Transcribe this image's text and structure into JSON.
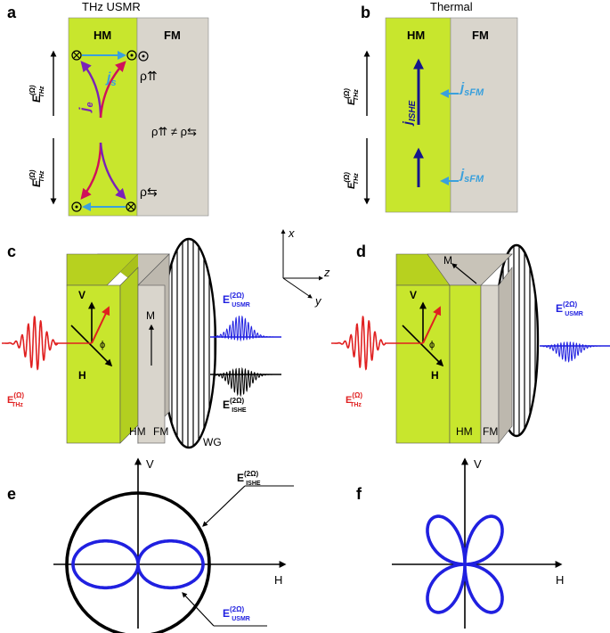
{
  "panels": {
    "a": {
      "letter": "a",
      "title": "THz USMR",
      "hm": "HM",
      "fm": "FM",
      "js": "j",
      "js_sub": "s",
      "je": "j",
      "je_sub": "e",
      "rho_up": "ρ⇈",
      "rho_down": "ρ⇆",
      "rho_ineq": "ρ⇈ ≠ ρ⇆",
      "field": "E",
      "field_sup": "(Ω)",
      "field_sub": "THz"
    },
    "b": {
      "letter": "b",
      "title": "Thermal",
      "hm": "HM",
      "fm": "FM",
      "j_ishe": "j",
      "j_ishe_sub": "ISHE",
      "j_sfm": "j",
      "j_sfm_sub": "sFM",
      "field": "E",
      "field_sup": "(Ω)",
      "field_sub": "THz"
    },
    "c": {
      "letter": "c",
      "v": "V",
      "h": "H",
      "phi": "ϕ",
      "m": "M",
      "hm": "HM",
      "fm": "FM",
      "wg": "WG",
      "e_usmr": "E",
      "e_usmr_sup": "(2Ω)",
      "e_usmr_sub": "USMR",
      "e_ishe": "E",
      "e_ishe_sup": "(2Ω)",
      "e_ishe_sub": "ISHE",
      "e_thz": "E",
      "e_thz_sup": "(Ω)",
      "e_thz_sub": "THz"
    },
    "axes": {
      "x": "x",
      "y": "y",
      "z": "z"
    },
    "d": {
      "letter": "d",
      "v": "V",
      "h": "H",
      "phi": "ϕ",
      "m": "M",
      "hm": "HM",
      "fm": "FM",
      "e_usmr": "E",
      "e_usmr_sup": "(2Ω)",
      "e_usmr_sub": "USMR",
      "e_thz": "E",
      "e_thz_sup": "(Ω)",
      "e_thz_sub": "THz"
    },
    "e": {
      "letter": "e",
      "v": "V",
      "h": "H",
      "e_ishe": "E",
      "e_ishe_sup": "(2Ω)",
      "e_ishe_sub": "ISHE",
      "e_usmr": "E",
      "e_usmr_sup": "(2Ω)",
      "e_usmr_sub": "USMR"
    },
    "f": {
      "letter": "f",
      "v": "V",
      "h": "H"
    }
  },
  "colors": {
    "hm": "#c8e62d",
    "fm": "#d9d5cc",
    "blue": "#2020e0",
    "light_blue": "#3aa0dc",
    "purple": "#7a22b8",
    "magenta": "#d0105a",
    "navy": "#16168c",
    "red": "#e02020"
  }
}
